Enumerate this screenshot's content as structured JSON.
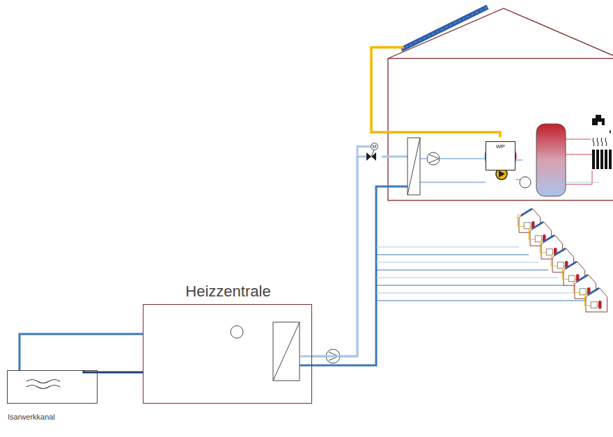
{
  "diagram": {
    "nodes": [
      {
        "text": [
          "M"
        ]
      },
      {
        "text": [
          "WP"
        ]
      },
      {
        "text": [
          "Heizzentrale"
        ]
      },
      {
        "text": [
          "Isarwerkkanal"
        ]
      }
    ],
    "edges": [
      {
        "from": 3,
        "to": 2,
        "arrow": "none"
      },
      {
        "from": 2,
        "to": 3,
        "arrow": "none"
      },
      {
        "from": 2,
        "to": 0,
        "arrow": "none"
      }
    ]
  }
}
